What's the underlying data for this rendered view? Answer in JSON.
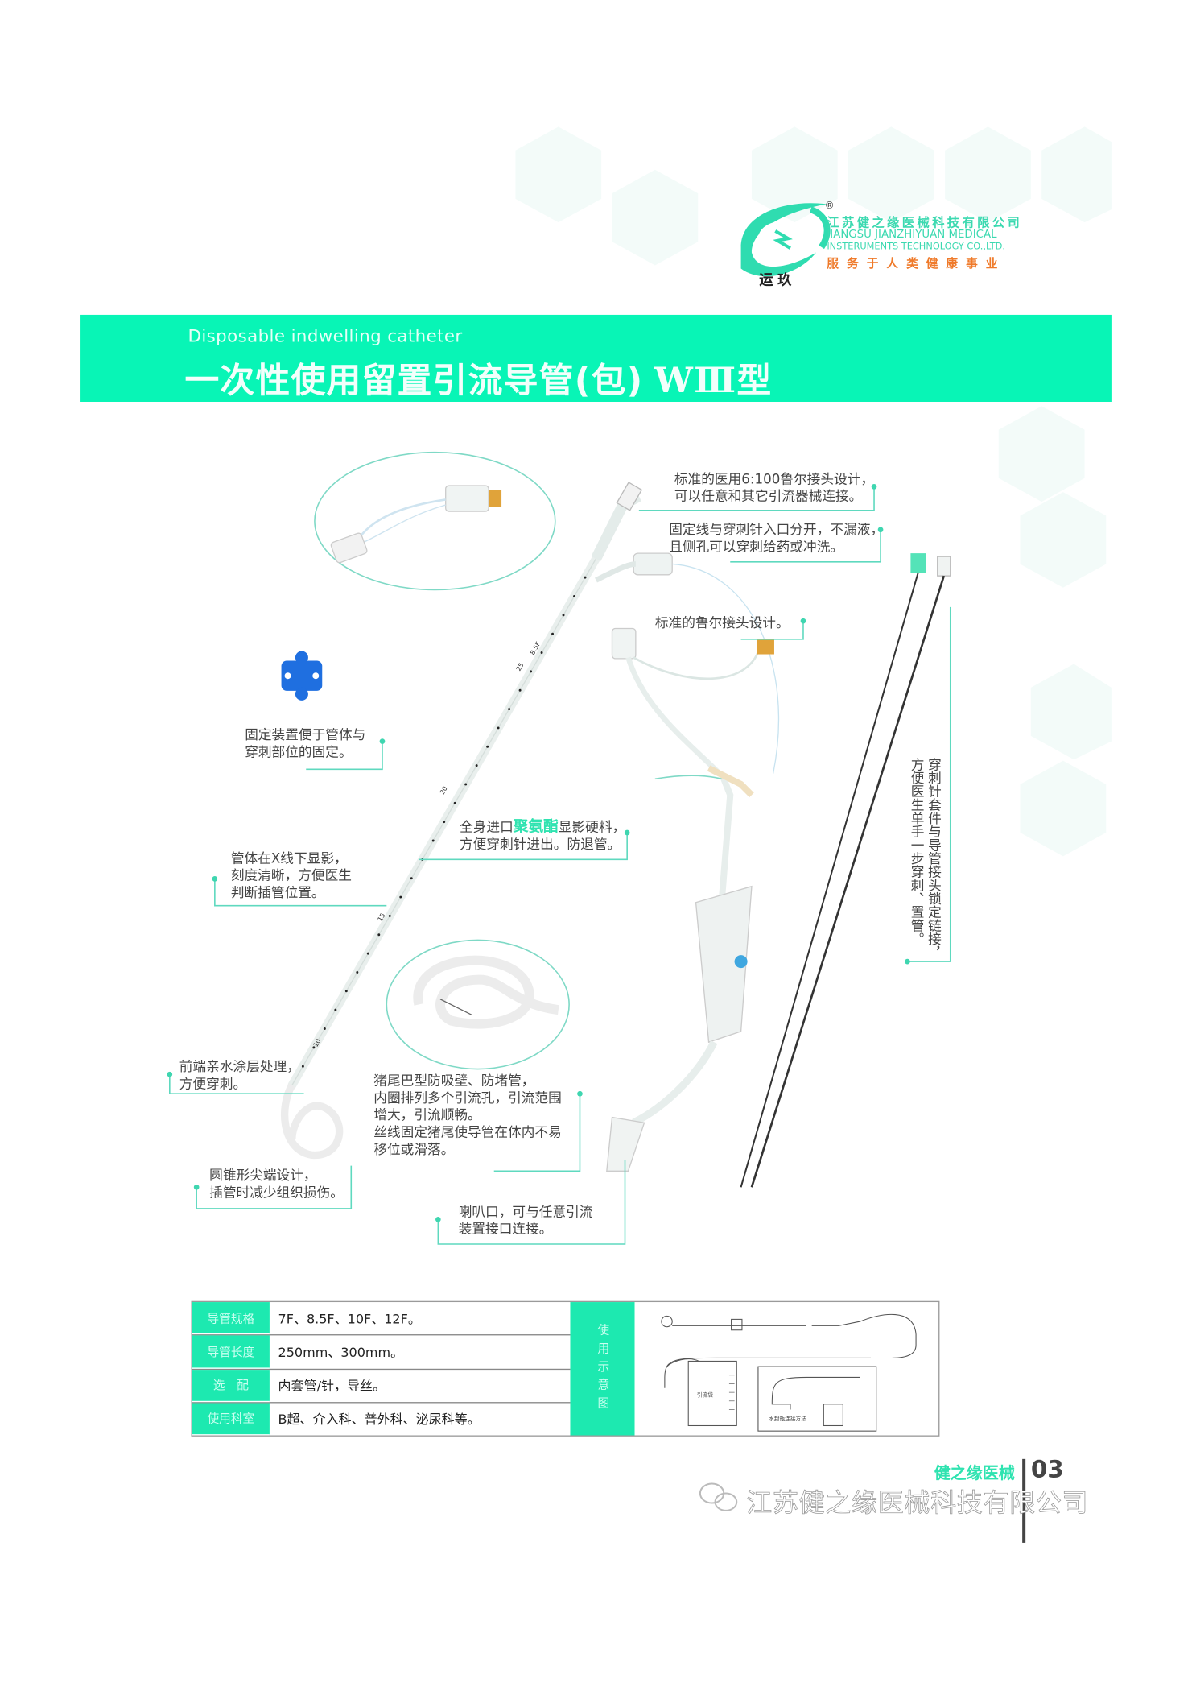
{
  "logo": {
    "registered": "®",
    "company_zh": "江苏健之缘医械科技有限公司",
    "company_en_1": "JIANGSU JIANZHIYUAN MEDICAL",
    "company_en_2": "INSTERUMENTS TECHNOLOGY CO.,LTD.",
    "slogan": "服务于人类健康事业",
    "brand": "运玖"
  },
  "header": {
    "title_en": "Disposable indwelling catheter",
    "title_zh": "一次性使用留置引流导管(包)",
    "model": "WⅢ型"
  },
  "annotations": {
    "luer_6100": [
      "标准的医用6:100鲁尔接头设计，",
      "可以任意和其它引流器械连接。"
    ],
    "fixing_line": [
      "固定线与穿刺针入口分开，不漏液，",
      "且侧孔可以穿刺给药或冲洗。"
    ],
    "luer_standard": [
      "标准的鲁尔接头设计。"
    ],
    "fixation_device": [
      "固定装置便于管体与",
      "穿刺部位的固定。"
    ],
    "polyurethane": {
      "before": "全身进口",
      "highlight": "聚氨酯",
      "after": "显影硬料，",
      "line2": "方便穿刺针进出。防退管。"
    },
    "xray": [
      "管体在X线下显影，",
      "刻度清晰，方便医生",
      "判断插管位置。"
    ],
    "hydrophilic": [
      "前端亲水涂层处理，",
      "方便穿刺。"
    ],
    "pigtail": [
      "猪尾巴型防吸壁、防堵管，",
      "内圈排列多个引流孔，引流范围",
      "增大，引流顺畅。",
      "丝线固定猪尾使导管在体内不易",
      "移位或滑落。"
    ],
    "conical_tip": [
      "圆锥形尖端设计，",
      "插管时减少组织损伤。"
    ],
    "funnel": [
      "喇叭口，可与任意引流",
      "装置接口连接。"
    ],
    "needle_lock": [
      "穿刺针套件与导管接头锁定链接，",
      "方便医生单手一步穿刺、置管。"
    ]
  },
  "catheter_marks": [
    "25",
    "20",
    "15",
    "10",
    "8.5F"
  ],
  "spec_table": {
    "rows": [
      {
        "label": "导管规格",
        "value": "7F、8.5F、10F、12F。"
      },
      {
        "label": "导管长度",
        "value": "250mm、300mm。"
      },
      {
        "label": "选　配",
        "value": "内套管/针，导丝。"
      },
      {
        "label": "使用科室",
        "value": "B超、介入科、普外科、泌尿科等。"
      }
    ],
    "diagram_label": "使用示意图",
    "diagram_caption": "水封瓶连接方法",
    "bag_label": "引流袋"
  },
  "footer": {
    "brand": "健之缘医械",
    "page_number": "03",
    "watermark": "江苏健之缘医械科技有限公司"
  },
  "colors": {
    "accent": "#08f5b6",
    "line": "#5fd9bf",
    "orange": "#ef7a2a"
  }
}
